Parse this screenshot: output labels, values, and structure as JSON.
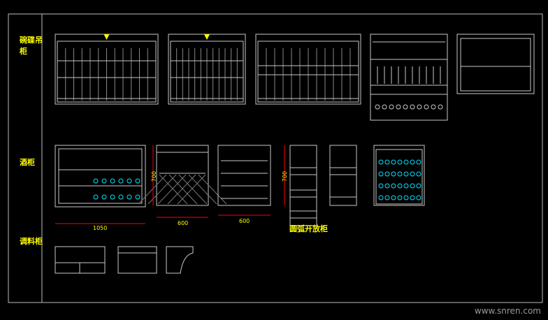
{
  "labels": {
    "wall_cabinet_line1": "碗碟吊",
    "wall_cabinet_line2": "柜",
    "wine_cabinet": "酒柜",
    "spice_cabinet": "调料柜",
    "arc_open_cabinet": "圆弧开放柜"
  },
  "dimensions": {
    "wine_width_1": "1050",
    "wine_width_2": "600",
    "wine_width_3": "600",
    "height_1": "700",
    "height_2": "700"
  },
  "watermark": "www.snren.com",
  "colors": {
    "line": "#c8c8c8",
    "dimension": "#ff0000",
    "text": "#ffff00",
    "accent": "#00e5ff",
    "lamp": "#ffff00"
  }
}
